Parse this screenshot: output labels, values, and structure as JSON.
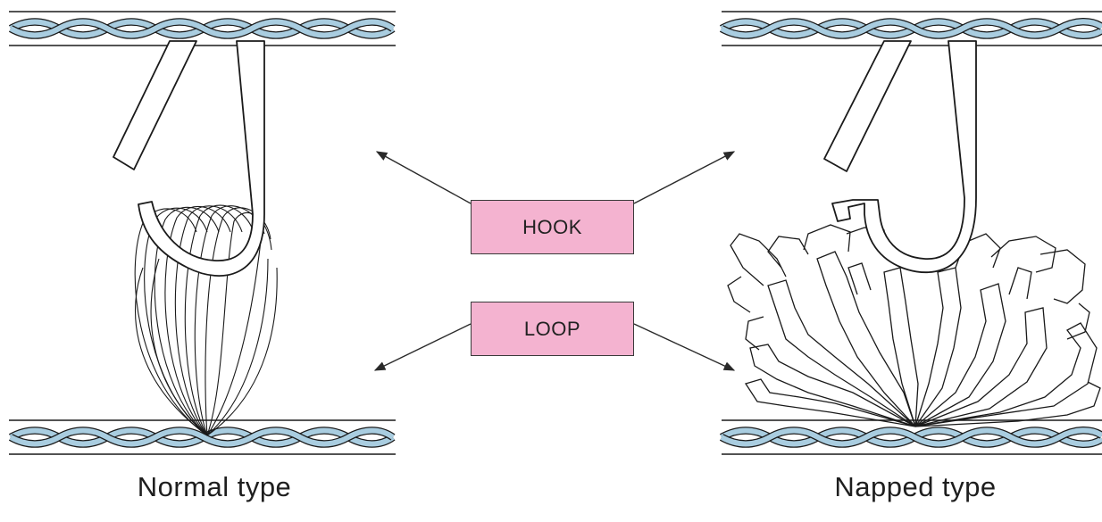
{
  "labels": {
    "hook": "HOOK",
    "loop": "LOOP"
  },
  "captions": {
    "left": "Normal type",
    "right": "Napped type"
  },
  "colors": {
    "fabric_fill": "#a9cde0",
    "label_fill": "#f4b3d0",
    "line": "#1a1a1a"
  }
}
